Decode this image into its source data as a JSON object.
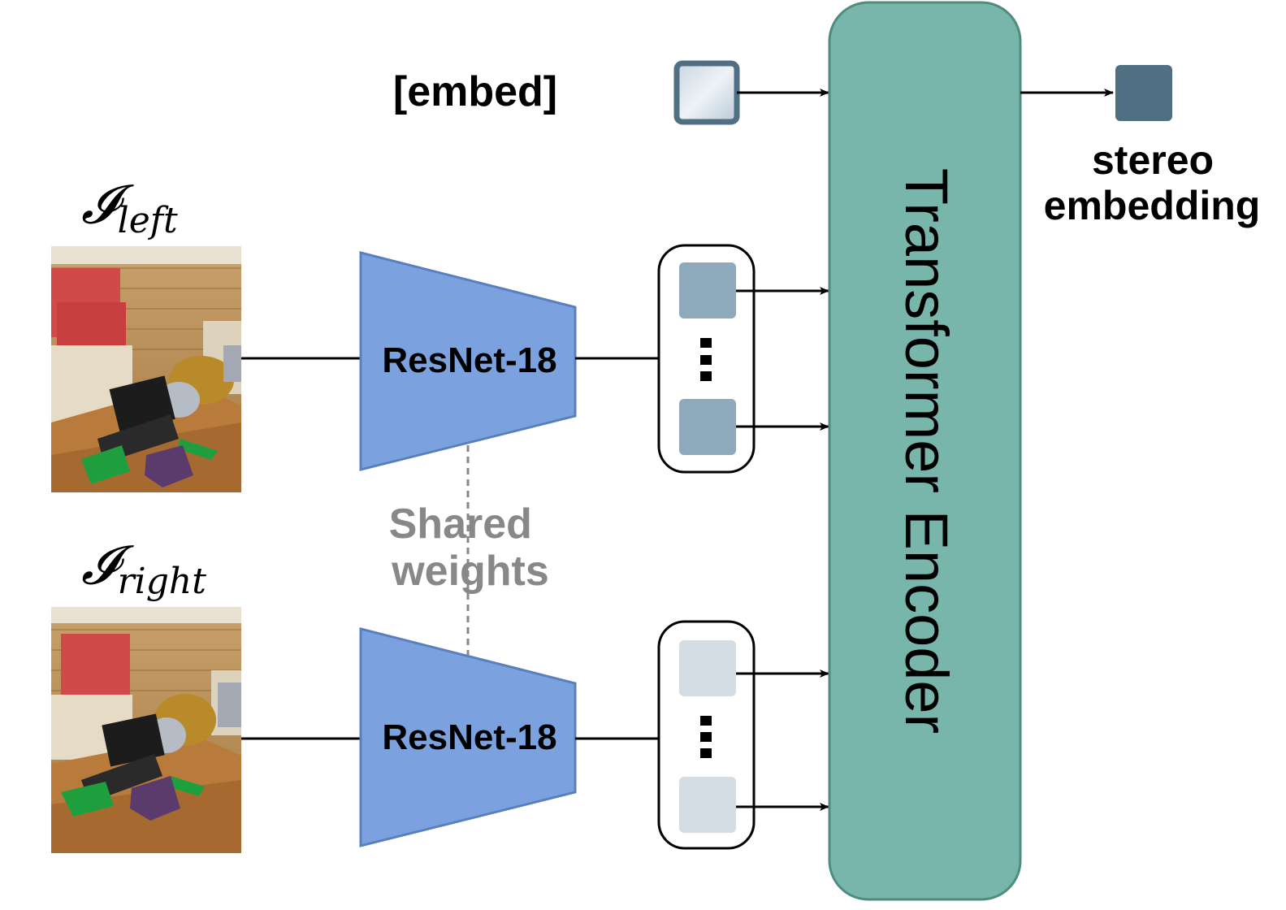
{
  "inputs": {
    "left": {
      "symbol": "𝓘",
      "subscript": "left"
    },
    "right": {
      "symbol": "𝓘",
      "subscript": "right"
    }
  },
  "backbone": {
    "top_label": "ResNet-18",
    "bottom_label": "ResNet-18",
    "shared_label_line1": "Shared",
    "shared_label_line2": "weights"
  },
  "embed_token": {
    "label": "[embed]"
  },
  "encoder": {
    "label": "Transformer Encoder"
  },
  "output": {
    "line1": "stereo",
    "line2": "embedding"
  },
  "colors": {
    "backbone_fill": "#7ba2de",
    "backbone_stroke": "#5a7fbf",
    "encoder_fill": "#78b6ab",
    "encoder_stroke": "#4e8c7f",
    "token_left": "#8fa9bc",
    "token_right": "#d5dde4",
    "output_token": "#516f83",
    "shared_text": "#888888"
  }
}
